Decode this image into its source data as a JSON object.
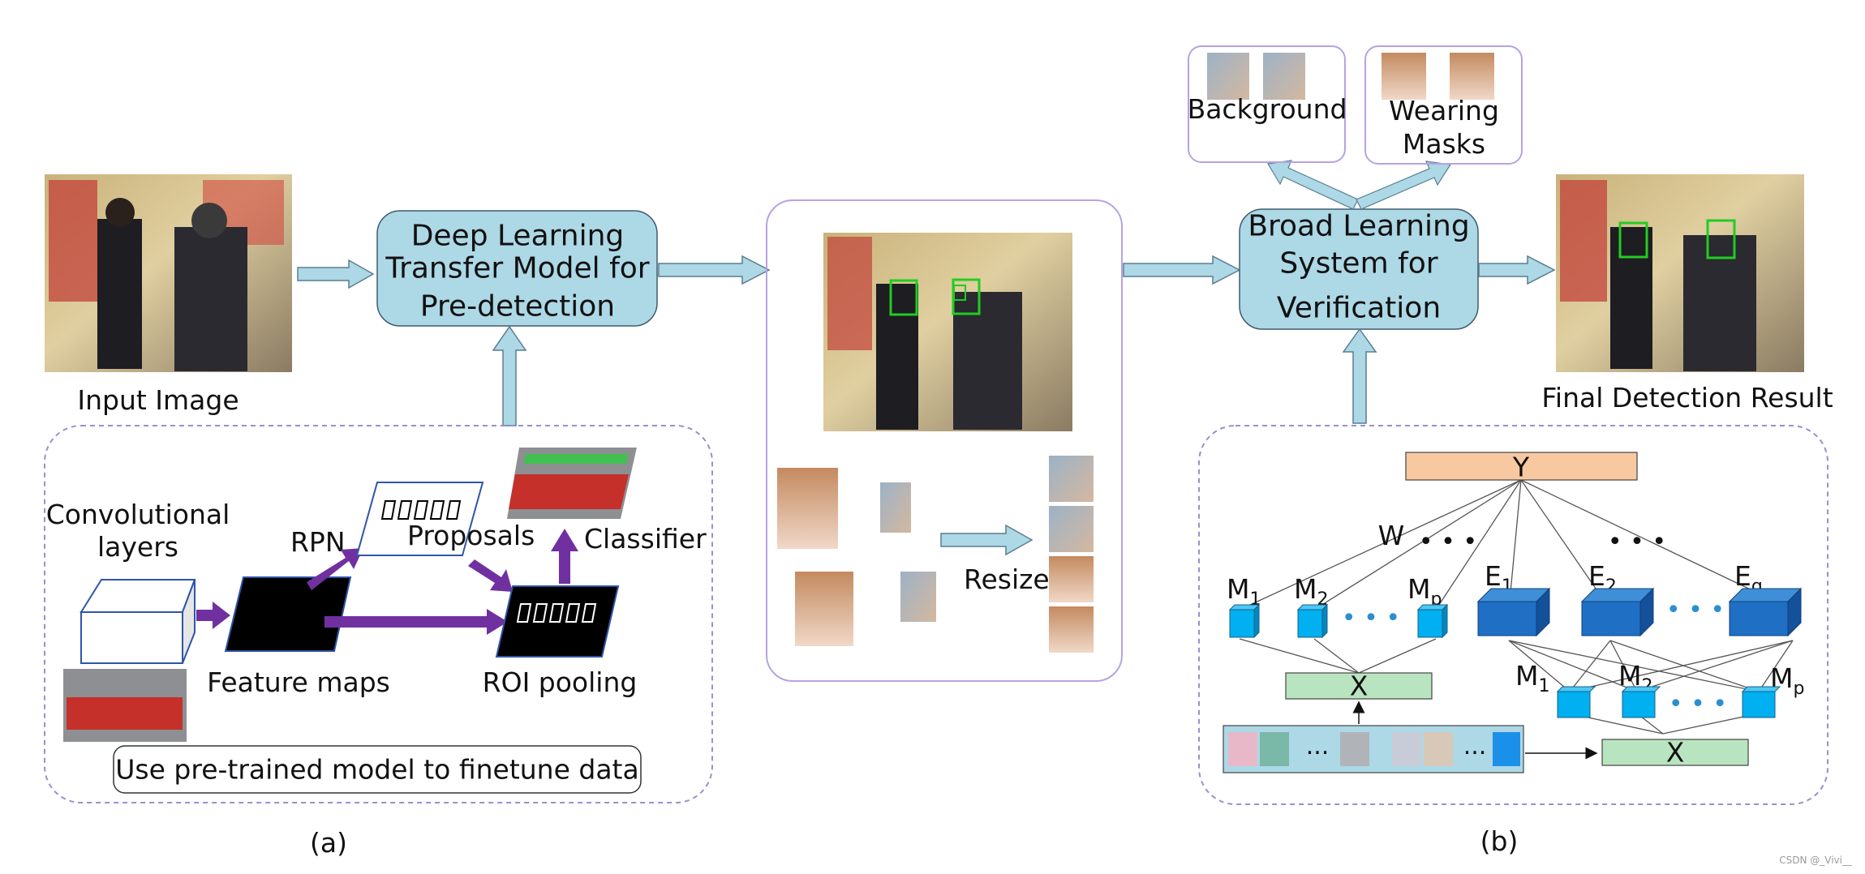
{
  "pipeline": {
    "input_label": "Input Image",
    "dltm_lines": [
      "Deep Learning",
      "Transfer Model for",
      "Pre-detection"
    ],
    "bls_lines": [
      "Broad Learning",
      "System for",
      "Verification"
    ],
    "final_label": "Final Detection Result",
    "resize_label": "Resize",
    "background_label": "Background",
    "masks_lines": [
      "Wearing",
      "Masks"
    ]
  },
  "panel_a": {
    "conv_lines": [
      "Convolutional",
      "layers"
    ],
    "rpn": "RPN",
    "proposals": "Proposals",
    "classifier": "Classifier",
    "feature_maps": "Feature maps",
    "roi_pooling": "ROI pooling",
    "finetune": "Use pre-trained model to finetune data",
    "caption": "(a)"
  },
  "panel_b": {
    "y": "Y",
    "w": "W",
    "x": "X",
    "dots": "• • •",
    "ellipsis": "...",
    "m_letter": "M",
    "e_letter": "E",
    "sub_1": "1",
    "sub_2": "2",
    "sub_p": "p",
    "sub_q": "q",
    "caption": "(b)"
  },
  "watermark": "CSDN @_Vivi__",
  "colors": {
    "box_fill": "#add8e6",
    "purple_arrow": "#7030a0",
    "frame_border": "#b7a3e0",
    "y_fill": "#f8c9a0",
    "x_fill": "#b9e4c0",
    "m_node": "#00b0f0",
    "e_node": "#1f6fc4",
    "detect_box": "#22cc22"
  }
}
